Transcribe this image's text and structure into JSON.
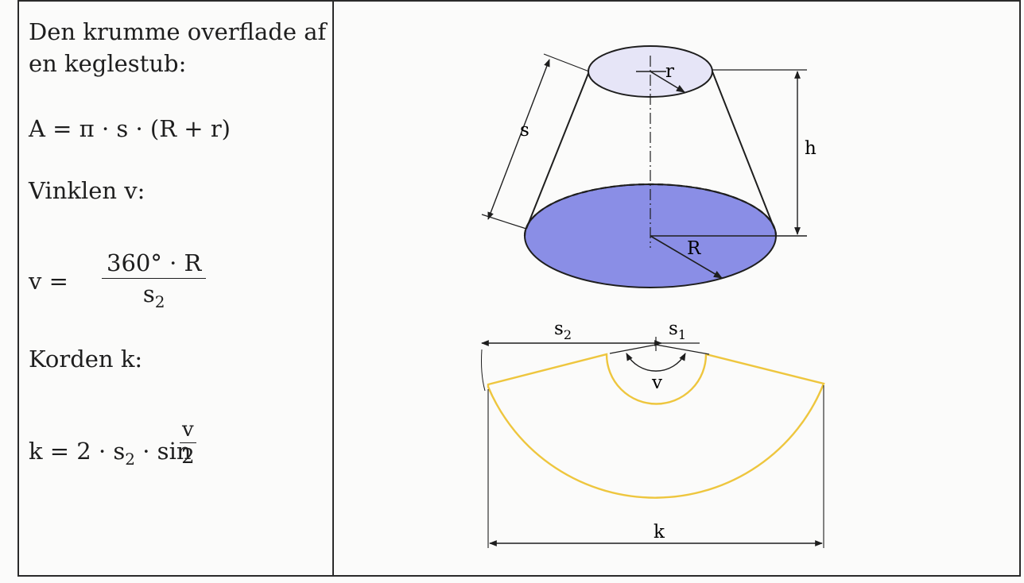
{
  "left_panel": {
    "intro_line1": "Den krumme overflade af",
    "intro_line2": "en keglestub:",
    "area_formula": "A  =  π · s · (R + r)",
    "angle_heading": "Vinklen v:",
    "angle_lhs": "v  =",
    "angle_numerator": "360° · R",
    "angle_den_base": "s",
    "angle_den_sub": "2",
    "chord_heading": "Korden k:",
    "chord_lhs": "k  =  2 · s",
    "chord_sub": "2",
    "chord_sin": " · sin",
    "chord_frac_num": "v",
    "chord_frac_den": "2"
  },
  "diagram_labels": {
    "top_radius": "r",
    "slant": "s",
    "height": "h",
    "base_radius": "R",
    "s2_base": "s",
    "s2_sub": "2",
    "s1_base": "s",
    "s1_sub": "1",
    "angle": "v",
    "chord": "k"
  },
  "colors": {
    "top_face": "#e6e5f7",
    "base_face": "#8a8ee6",
    "development_outline": "#eec63e",
    "lines": "#1e1e1e"
  }
}
